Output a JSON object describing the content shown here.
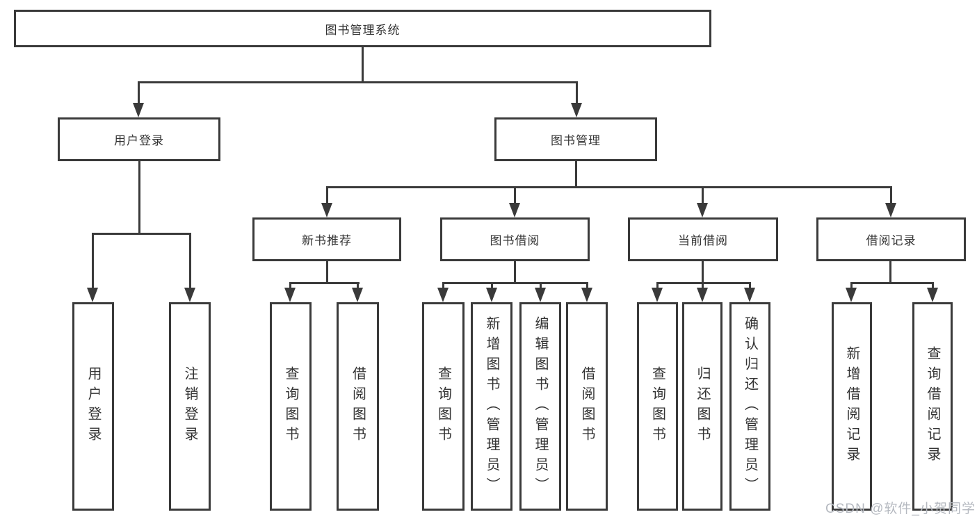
{
  "tree": {
    "root": {
      "label": "图书管理系统",
      "children": [
        {
          "label": "用户登录",
          "children": [
            {
              "label": "用户登录"
            },
            {
              "label": "注销登录"
            }
          ]
        },
        {
          "label": "图书管理",
          "children": [
            {
              "label": "新书推荐",
              "children": [
                {
                  "label": "查询图书"
                },
                {
                  "label": "借阅图书"
                }
              ]
            },
            {
              "label": "图书借阅",
              "children": [
                {
                  "label": "查询图书"
                },
                {
                  "label": "新增图书（管理员）"
                },
                {
                  "label": "编辑图书（管理员）"
                },
                {
                  "label": "借阅图书"
                }
              ]
            },
            {
              "label": "当前借阅",
              "children": [
                {
                  "label": "查询图书"
                },
                {
                  "label": "归还图书"
                },
                {
                  "label": "确认归还（管理员）"
                }
              ]
            },
            {
              "label": "借阅记录",
              "children": [
                {
                  "label": "新增借阅记录"
                },
                {
                  "label": "查询借阅记录"
                }
              ]
            }
          ]
        }
      ]
    }
  },
  "watermark": {
    "text": "CSDN @软件_小贺同学"
  },
  "colors": {
    "line": "#3a3a3a",
    "text": "#333333",
    "watermark": "#b5b9c0",
    "background": "#ffffff"
  }
}
